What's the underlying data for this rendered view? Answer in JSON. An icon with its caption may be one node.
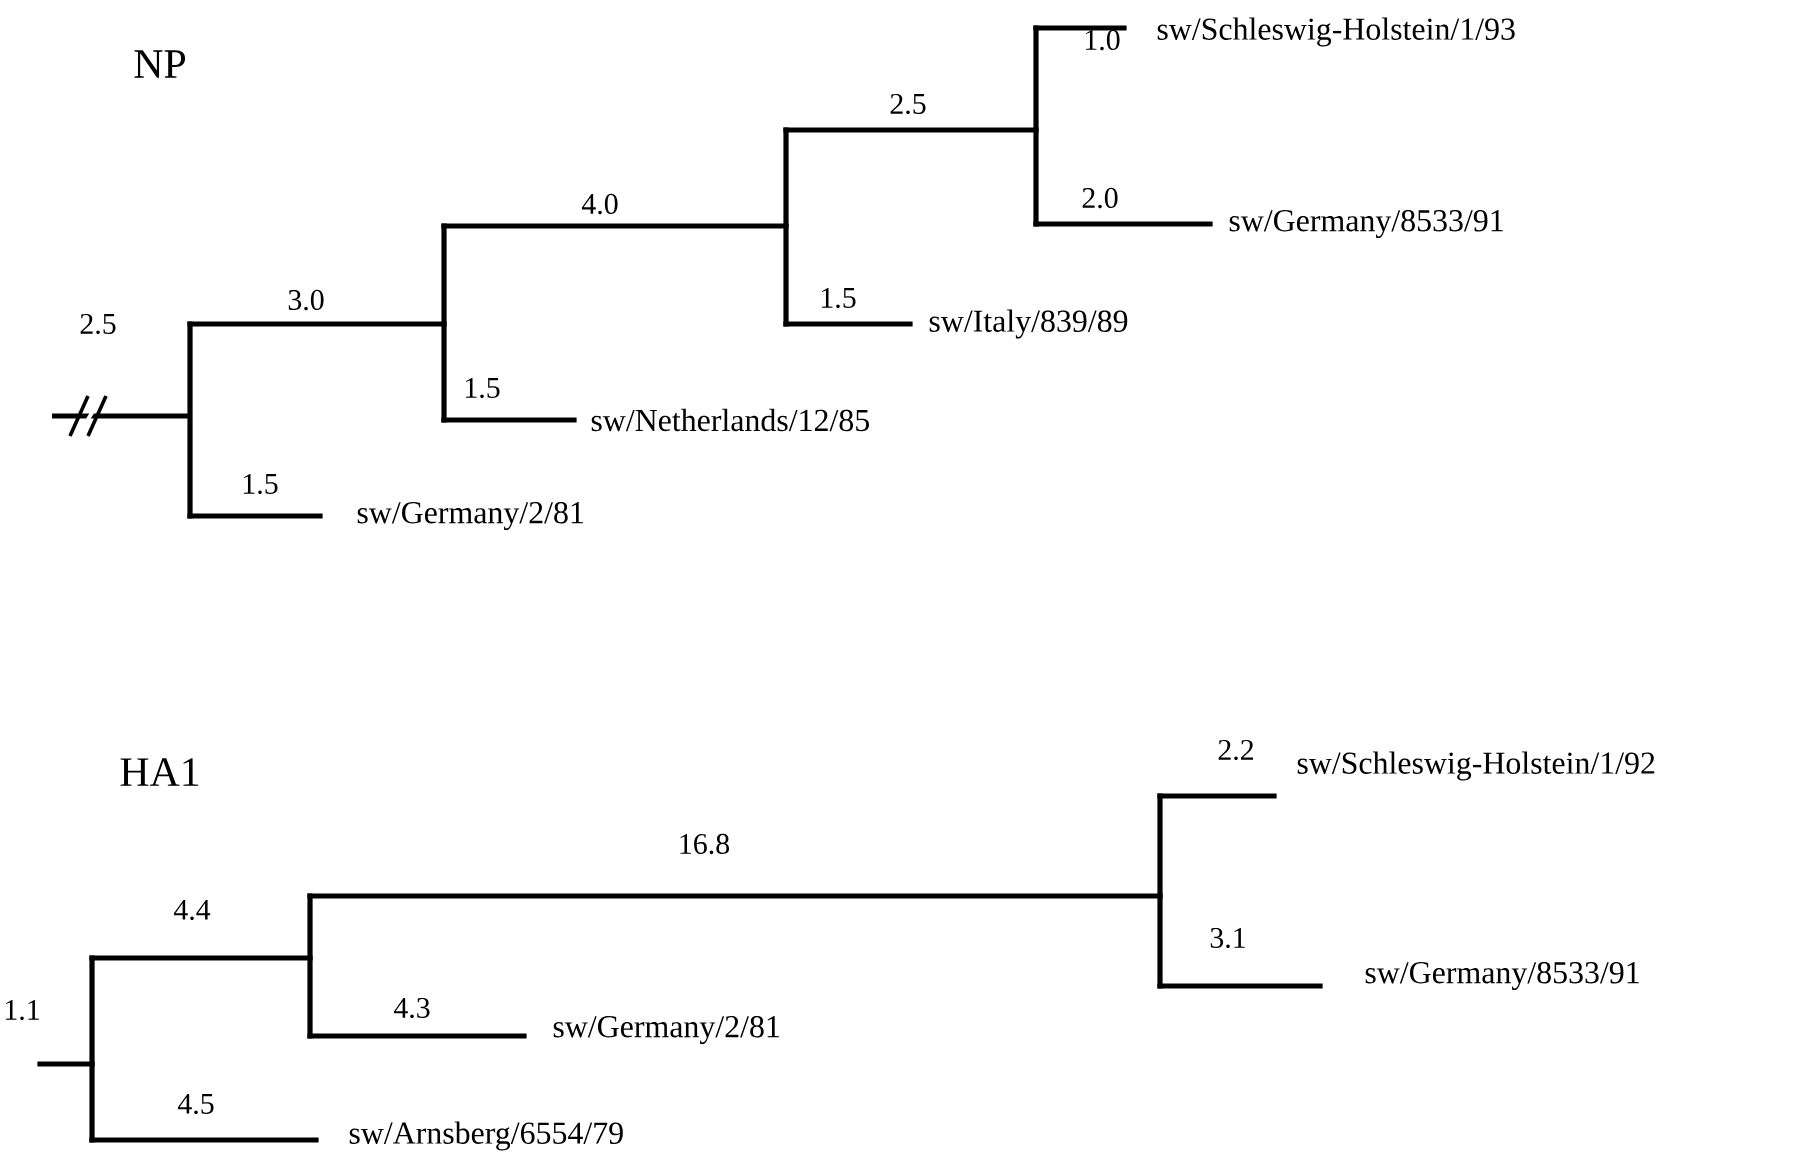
{
  "diagram": {
    "labels": [
      "NP",
      "1.0",
      "sw/Schleswig-Holstein/1/93",
      "2.5",
      "2.0",
      "sw/Germany/8533/91",
      "4.0",
      "3.0",
      "1.5",
      "sw/Italy/839/89",
      "2.5",
      "1.5",
      "sw/Netherlands/12/85",
      "1.5",
      "sw/Germany/2/81",
      "HA1",
      "2.2",
      "sw/Schleswig-Holstein/1/92",
      "16.8",
      "4.4",
      "3.1",
      "sw/Germany/8533/91",
      "1.1",
      "4.3",
      "sw/Germany/2/81",
      "4.5",
      "sw/Arnsberg/6554/79"
    ]
  }
}
